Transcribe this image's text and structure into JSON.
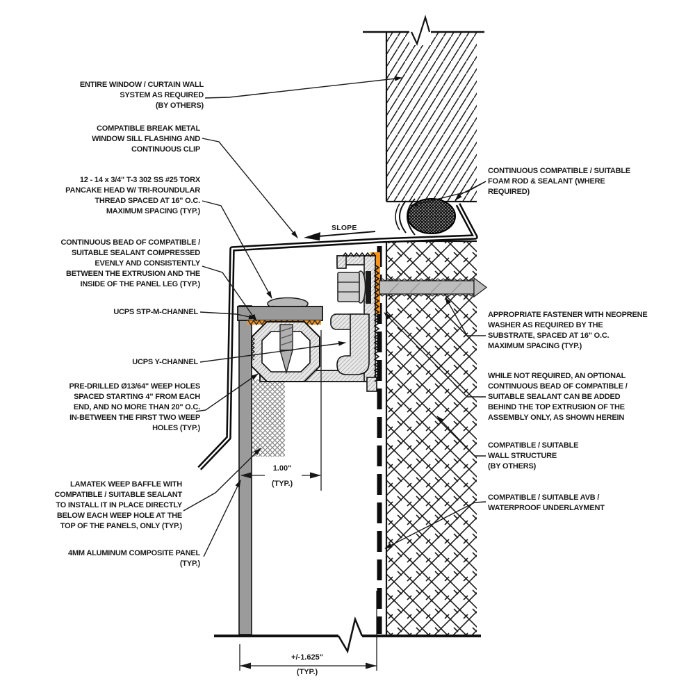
{
  "colors": {
    "accent_orange": "#F7941E",
    "line_black": "#111111",
    "panel_gray": "#9b9b9b",
    "extrusion_gray": "#e8e8e8",
    "mesh_gray": "#8a8a8a"
  },
  "slope_label": "SLOPE",
  "dimensions": {
    "offset": {
      "value": "1.00\"",
      "qualifier": "(TYP.)"
    },
    "overall": {
      "value": "+/-1.625\"",
      "qualifier": "(TYP.)"
    }
  },
  "callouts_left": {
    "window_system": "ENTIRE WINDOW / CURTAIN WALL\nSYSTEM AS REQUIRED\n(BY OTHERS)",
    "break_metal": "COMPATIBLE BREAK METAL\nWINDOW SILL FLASHING AND\nCONTINUOUS CLIP",
    "torx_screws": "12 - 14 x 3/4\" T-3 302 SS #25 TORX\nPANCAKE HEAD W/ TRI-ROUNDULAR\nTHREAD SPACED AT 16\" O.C.\nMAXIMUM SPACING (TYP.)",
    "sealant_bead": "CONTINUOUS BEAD OF COMPATIBLE /\nSUITABLE SEALANT COMPRESSED\nEVENLY AND CONSISTENTLY\nBETWEEN THE EXTRUSION AND THE\nINSIDE OF THE PANEL LEG (TYP.)",
    "stp_m_channel": "UCPS STP-M-CHANNEL",
    "y_channel": "UCPS Y-CHANNEL",
    "weep_holes": "PRE-DRILLED Ø13/64\" WEEP HOLES\nSPACED STARTING 4\" FROM EACH\nEND, AND NO MORE THAN 20\" O.C.\nIN-BETWEEN THE FIRST TWO WEEP\nHOLES (TYP.)",
    "weep_baffle": "LAMATEK WEEP BAFFLE WITH\nCOMPATIBLE / SUITABLE SEALANT\nTO INSTALL IT IN PLACE DIRECTLY\nBELOW EACH WEEP HOLE AT THE\nTOP OF THE PANELS, ONLY (TYP.)",
    "acm_panel": "4MM ALUMINUM COMPOSITE PANEL\n(TYP.)"
  },
  "callouts_right": {
    "foam_rod": "CONTINUOUS COMPATIBLE / SUITABLE\nFOAM ROD & SEALANT (WHERE\nREQUIRED)",
    "fastener": "APPROPRIATE FASTENER WITH NEOPRENE\nWASHER AS REQUIRED BY THE\nSUBSTRATE, SPACED AT 16\" O.C.\nMAXIMUM SPACING (TYP.)",
    "optional_sealant": "WHILE NOT REQUIRED, AN OPTIONAL\nCONTINUOUS BEAD OF COMPATIBLE /\nSUITABLE SEALANT CAN BE ADDED\nBEHIND THE TOP EXTRUSION OF THE\nASSEMBLY ONLY, AS SHOWN HEREIN",
    "wall_structure": "COMPATIBLE / SUITABLE\nWALL STRUCTURE\n(BY OTHERS)",
    "avb": "COMPATIBLE / SUITABLE AVB /\nWATERPROOF UNDERLAYMENT"
  }
}
